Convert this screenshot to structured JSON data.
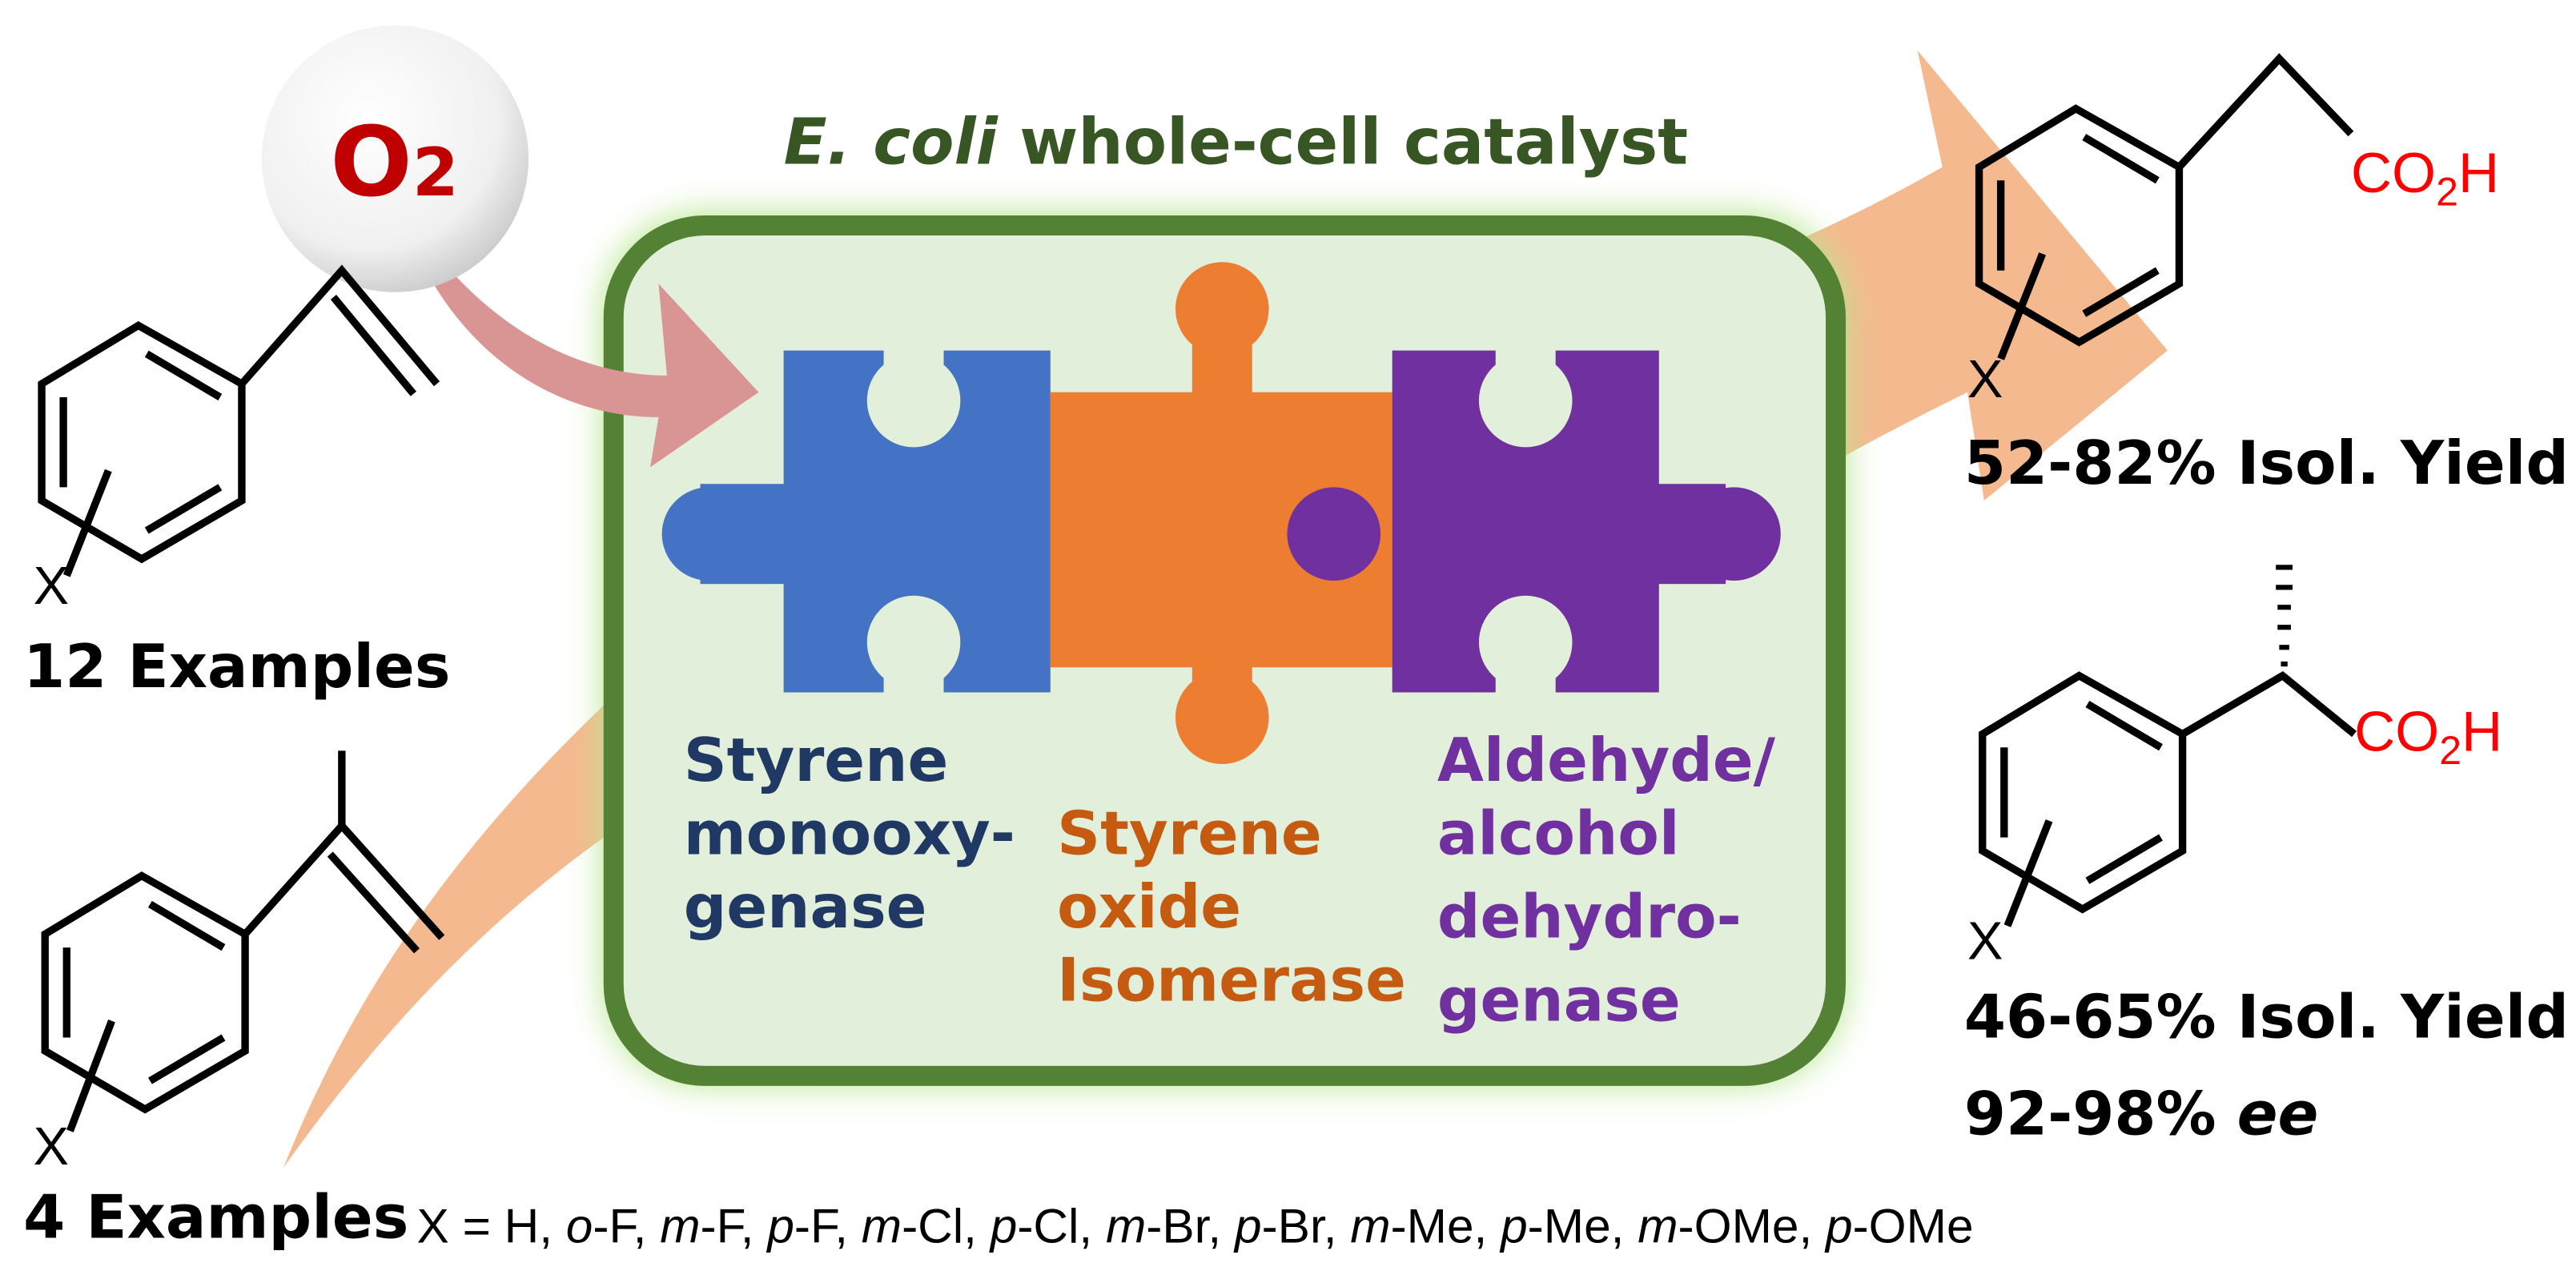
{
  "oxygen": {
    "main": "O",
    "sub": "2"
  },
  "title": {
    "italic": "E. coli",
    "rest": " whole-cell catalyst"
  },
  "enzymes": [
    {
      "lines": [
        "Styrene",
        "monooxy-",
        "genase"
      ],
      "color": "#203864",
      "piece_color": "#4472C4"
    },
    {
      "lines": [
        "Styrene",
        "oxide",
        "Isomerase"
      ],
      "color": "#C55A11",
      "piece_color": "#ED7D31"
    },
    {
      "lines": [
        "Aldehyde/",
        "alcohol",
        "dehydro-",
        "genase"
      ],
      "color": "#7030A0",
      "piece_color": "#7030A0"
    }
  ],
  "substrates": {
    "styrene": {
      "x_label": "X",
      "examples": "12 Examples"
    },
    "methylstyrene": {
      "x_label": "X",
      "examples": "4 Examples"
    }
  },
  "products": {
    "acid1": {
      "x_label": "X",
      "co2h": {
        "main": "CO",
        "sub": "2",
        "end": "H"
      },
      "yield": "52-82% Isol. Yield"
    },
    "acid2": {
      "x_label": "X",
      "co2h": {
        "main": "CO",
        "sub": "2",
        "end": "H"
      },
      "yield": "46-65% Isol. Yield",
      "ee_value": "92-98% ",
      "ee_label": "ee"
    }
  },
  "substituents": {
    "prefix": "X = ",
    "items": [
      {
        "it": "",
        "t": "H"
      },
      {
        "it": "o",
        "t": "-F"
      },
      {
        "it": "m",
        "t": "-F"
      },
      {
        "it": "p",
        "t": "-F"
      },
      {
        "it": "m",
        "t": "-Cl"
      },
      {
        "it": "p",
        "t": "-Cl"
      },
      {
        "it": "m",
        "t": "-Br"
      },
      {
        "it": "p",
        "t": "-Br"
      },
      {
        "it": "m",
        "t": "-Me"
      },
      {
        "it": "p",
        "t": "-Me"
      },
      {
        "it": "m",
        "t": "-OMe"
      },
      {
        "it": "p",
        "t": "-OMe"
      }
    ]
  },
  "colors": {
    "cell_border": "#548235",
    "cell_fill": "#E2EFDA",
    "title": "#375623",
    "acid": "#FF0000",
    "o2": "#C00000",
    "arrow": "#F4B183",
    "o2_arrow": "#D99594"
  }
}
